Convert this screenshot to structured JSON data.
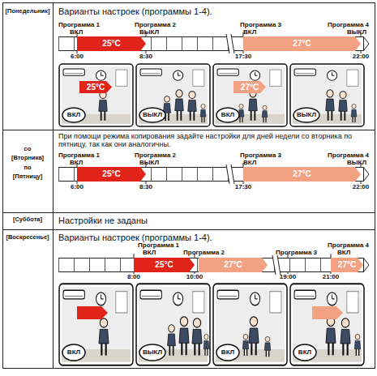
{
  "diagram": {
    "nodes": [
      {
        "text": [
          "25°C"
        ]
      },
      {
        "text": [
          "27°C"
        ]
      },
      {
        "text": [
          "25°C"
        ]
      },
      {
        "text": [
          "ВКЛ"
        ]
      },
      {
        "text": [
          "ВЫКЛ"
        ]
      },
      {
        "text": [
          "27°C"
        ]
      },
      {
        "text": [
          "ВКЛ"
        ]
      },
      {
        "text": [
          "ВЫКЛ"
        ]
      },
      {
        "text": [
          "25°C"
        ]
      },
      {
        "text": [
          "27°C"
        ]
      },
      {
        "text": [
          "25°C"
        ]
      },
      {
        "text": [
          "27°C"
        ]
      },
      {
        "text": [
          "27°C"
        ]
      },
      {
        "text": [
          "ВКЛ"
        ]
      },
      {
        "text": [
          "ВЫКЛ"
        ]
      },
      {
        "text": [
          "ВКЛ"
        ]
      },
      {
        "text": [
          "ВКЛ"
        ]
      }
    ],
    "labels": [
      "[Понедельник]",
      "Варианты настроек (программы 1-4).",
      "Программа 1",
      "ВКЛ",
      "Программа 2",
      "ВЫКЛ",
      "Программа 3",
      "ВКЛ",
      "Программа 4",
      "ВЫКЛ",
      "6:00",
      "8:30",
      "17:30",
      "22:00",
      "со",
      "[Вторника]",
      "по",
      "[Пятницу]",
      "При помощи режима копирования задайте настройки для дней недели со вторника по пятницу, так как они аналогичны.",
      "Программа 1",
      "ВКЛ",
      "Программа 2",
      "ВЫКЛ",
      "Программа 3",
      "ВКЛ",
      "Программа 4",
      "ВЫКЛ",
      "6:00",
      "8:30",
      "17:30",
      "22:00",
      "[Суббота]",
      "Настройки не заданы",
      "[Воскресенье]",
      "Варианты настроек (программы 1-4).",
      "Программа 1",
      "ВКЛ",
      "Программа 2",
      "Программа 3",
      "Программа 4",
      "ВКЛ",
      "8:00",
      "10:00",
      "19:00",
      "21:00"
    ]
  }
}
